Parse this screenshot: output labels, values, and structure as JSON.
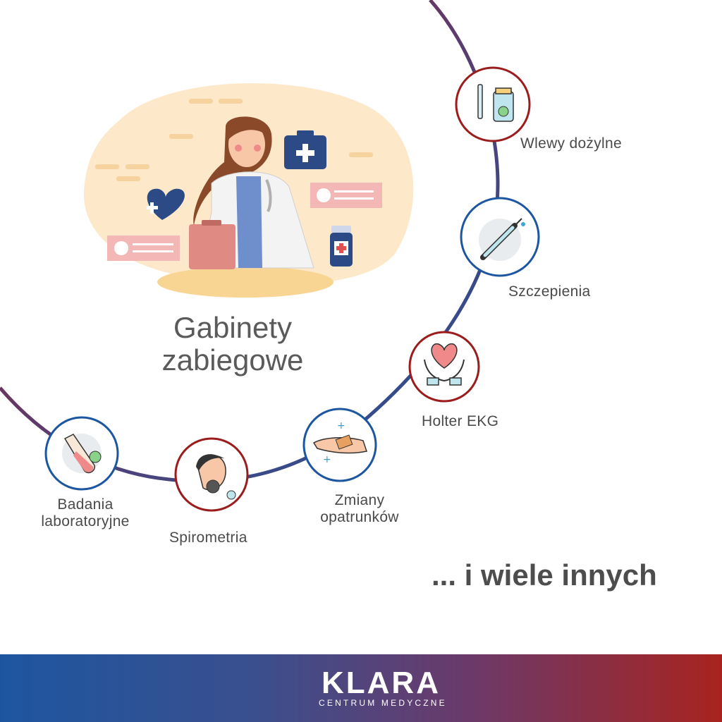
{
  "title_line1": "Gabinety",
  "title_line2": "zabiegowe",
  "services": [
    {
      "label": "Wlewy dożylne",
      "icon": "iv-vial-syringe-icon"
    },
    {
      "label": "Szczepienia",
      "icon": "syringe-icon"
    },
    {
      "label": "Holter EKG",
      "icon": "heart-hands-icon"
    },
    {
      "label_line1": "Zmiany",
      "label_line2": "opatrunków",
      "icon": "bandaged-hand-icon"
    },
    {
      "label": "Spirometria",
      "icon": "breathing-face-icon"
    },
    {
      "label_line1": "Badania",
      "label_line2": "laboratoryjne",
      "icon": "test-tube-icon"
    }
  ],
  "more_text": "... i wiele innych",
  "brand": {
    "name": "KLARA",
    "subtitle": "CENTRUM MEDYCZNE"
  },
  "colors": {
    "red": "#9b1c1c",
    "blue": "#1d56a0",
    "gradient_start": "#1d56a0",
    "gradient_end": "#a8231f"
  }
}
